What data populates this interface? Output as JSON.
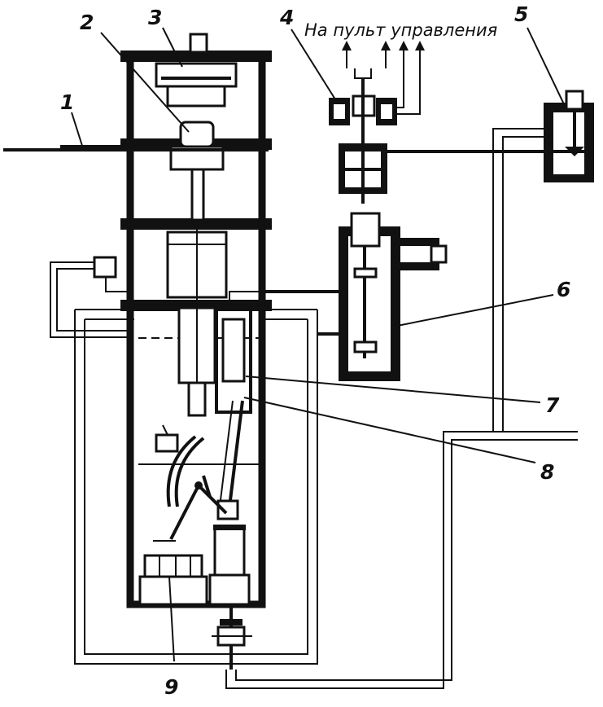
{
  "caption": "На пульт управления",
  "labels": [
    {
      "id": "1",
      "text": "1"
    },
    {
      "id": "2",
      "text": "2"
    },
    {
      "id": "3",
      "text": "3"
    },
    {
      "id": "4",
      "text": "4"
    },
    {
      "id": "5",
      "text": "5"
    },
    {
      "id": "6",
      "text": "6"
    },
    {
      "id": "7",
      "text": "7"
    },
    {
      "id": "8",
      "text": "8"
    },
    {
      "id": "9",
      "text": "9"
    }
  ],
  "colors": {
    "ink": "#111111",
    "paper": "#ffffff"
  }
}
